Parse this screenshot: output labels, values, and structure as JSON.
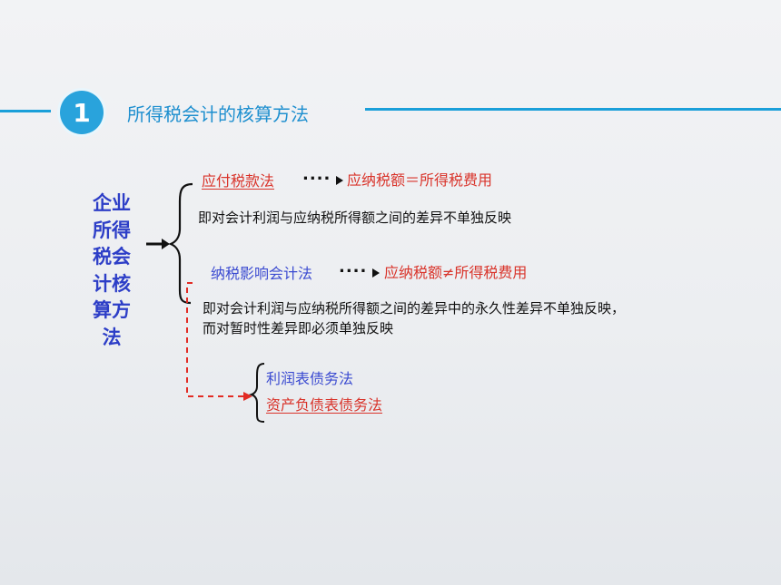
{
  "section": {
    "number": "1",
    "title": "所得税会计的核算方法"
  },
  "left_title": {
    "lines": [
      "企业",
      "所得",
      "税会",
      "计核",
      "算方",
      "法"
    ]
  },
  "methods": [
    {
      "name": "应付税款法",
      "formula": "应纳税额＝所得税费用",
      "desc": [
        "即对会计利润与应纳税所得额之间的差异不单独反映"
      ]
    },
    {
      "name": "纳税影响会计法",
      "formula": "应纳税额≠所得税费用",
      "desc": [
        "即对会计利润与应纳税所得额之间的差异中的永久性差异不单独反映，",
        "而对暂时性差异即必须单独反映"
      ]
    }
  ],
  "sub_methods": [
    "利润表债务法",
    "资产负债表债务法"
  ],
  "connector": "....",
  "colors": {
    "accent": "#1a9fd9",
    "red": "#d9342b",
    "blue": "#3b4bd1"
  }
}
